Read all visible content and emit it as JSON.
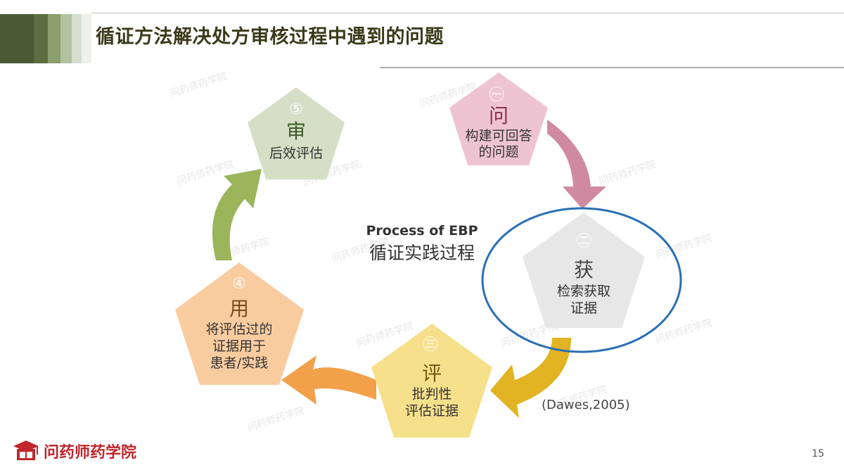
{
  "header": {
    "title": "循证方法解决处方审核过程中遇到的问题",
    "stripe_colors": [
      "#4a5a36",
      "#5c6e42",
      "#8a9e6e",
      "#b3c3a0",
      "#d6e0cc",
      "#eef2ea"
    ]
  },
  "diagram": {
    "center_title": "Process of EBP",
    "center_subtitle": "循证实践过程",
    "citation": "(Dawes,2005)",
    "steps": [
      {
        "num": "㊀",
        "title": "问",
        "lines": [
          "构建可回答",
          "的问题"
        ],
        "color": "#efc4d2",
        "title_color": "#8b2f4f"
      },
      {
        "num": "㊁",
        "title": "获",
        "lines": [
          "检索获取",
          "证据"
        ],
        "color": "#e7e7e7",
        "title_color": "#444444"
      },
      {
        "num": "㊂",
        "title": "评",
        "lines": [
          "批判性",
          "评估证据"
        ],
        "color": "#f7e08c",
        "title_color": "#6b5a10"
      },
      {
        "num": "④",
        "title": "用",
        "lines": [
          "将评估过的",
          "证据用于",
          "患者/实践"
        ],
        "color": "#f9cca0",
        "title_color": "#7a4a1a"
      },
      {
        "num": "⑤",
        "title": "审",
        "lines": [
          "后效评估"
        ],
        "color": "#d4dfc6",
        "title_color": "#3f5a2a"
      }
    ],
    "arrow_colors": [
      "#cf8aa2",
      "#e2b322",
      "#f2a04a",
      "#9ab55a"
    ],
    "highlight_color": "#2a6fb5",
    "watermark_text": "问药师药学院"
  },
  "footer": {
    "logo_text": "问药师药学院",
    "page_number": "15"
  }
}
